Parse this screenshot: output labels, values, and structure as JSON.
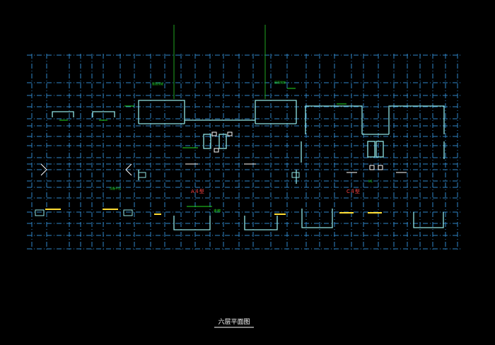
{
  "drawing": {
    "title": "六层平面图",
    "colors": {
      "background": "#000000",
      "axis_line": "#2f86c8",
      "wall": "#8fe3e3",
      "fixture": "#ffffff",
      "annotation": "#22dd22",
      "dimension": "#ffdd33",
      "guide": "#1fa31f"
    }
  },
  "unit_labels": {
    "unit_a": "A４型",
    "unit_c": "C４型",
    "corridor": "走廊"
  },
  "annotations": {
    "top_left_note": "屋面找坡",
    "top_right_note": "屋面找坡",
    "mid_note": "设备平台",
    "door_code": "M1"
  }
}
